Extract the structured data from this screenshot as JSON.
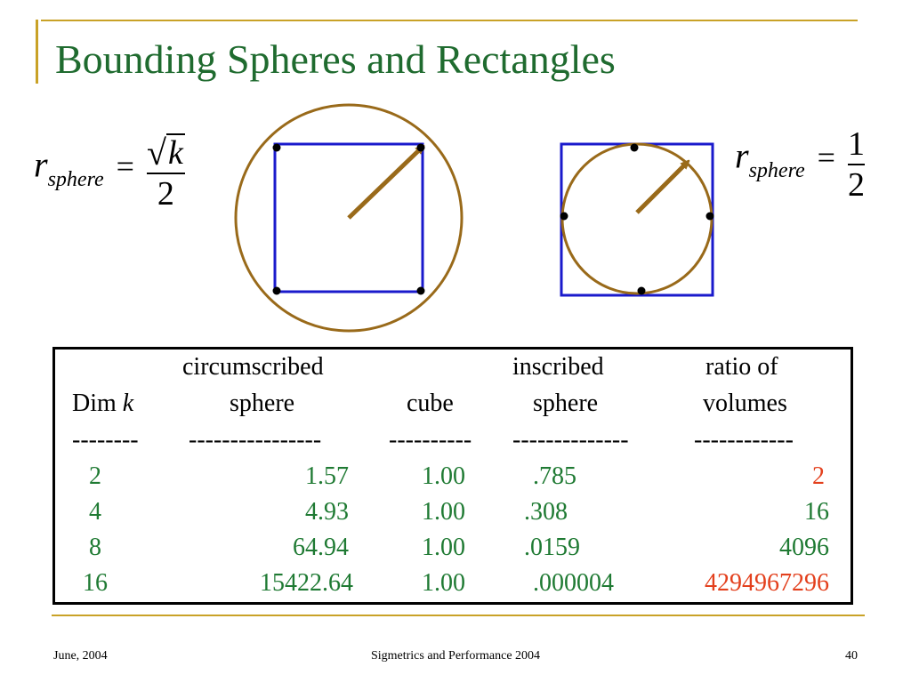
{
  "slide": {
    "title": "Bounding Spheres and Rectangles",
    "footer": {
      "date": "June, 2004",
      "center": "Sigmetrics and Performance 2004",
      "page": "40"
    }
  },
  "formula_left": {
    "var": "r",
    "sub": "sphere",
    "eq": "=",
    "radical": "√",
    "radicand": "k",
    "denominator": "2"
  },
  "formula_right": {
    "var": "r",
    "sub": "sphere",
    "eq": "=",
    "numerator": "1",
    "denominator": "2"
  },
  "table": {
    "headers": [
      {
        "line1": "",
        "line2": "Dim",
        "line2_italic": "k"
      },
      {
        "line1": "circumscribed",
        "line2": "sphere"
      },
      {
        "line1": "",
        "line2": "cube"
      },
      {
        "line1": "inscribed",
        "line2": "sphere"
      },
      {
        "line1": "ratio of",
        "line2": "volumes"
      }
    ],
    "dashes": [
      "--------",
      "----------------",
      "----------",
      "--------------",
      "------------"
    ],
    "rows": [
      {
        "dim": "2",
        "circ": "1.57",
        "cube": "1.00",
        "insc": ".785",
        "ratio": "2"
      },
      {
        "dim": "4",
        "circ": "4.93",
        "cube": "1.00",
        "insc": ".308",
        "ratio": "16"
      },
      {
        "dim": "8",
        "circ": "64.94",
        "cube": "1.00",
        "insc": ".0159",
        "ratio": "4096"
      },
      {
        "dim": "16",
        "circ": "15422.64",
        "cube": "1.00",
        "insc": ".000004",
        "ratio": "4294967296"
      }
    ]
  },
  "colors": {
    "title": "#1f6b2f",
    "frame": "#c9a227",
    "square": "#1a1acc",
    "circle": "#996a1a",
    "values": "#1f7a33",
    "highlight": "#e3401d"
  }
}
